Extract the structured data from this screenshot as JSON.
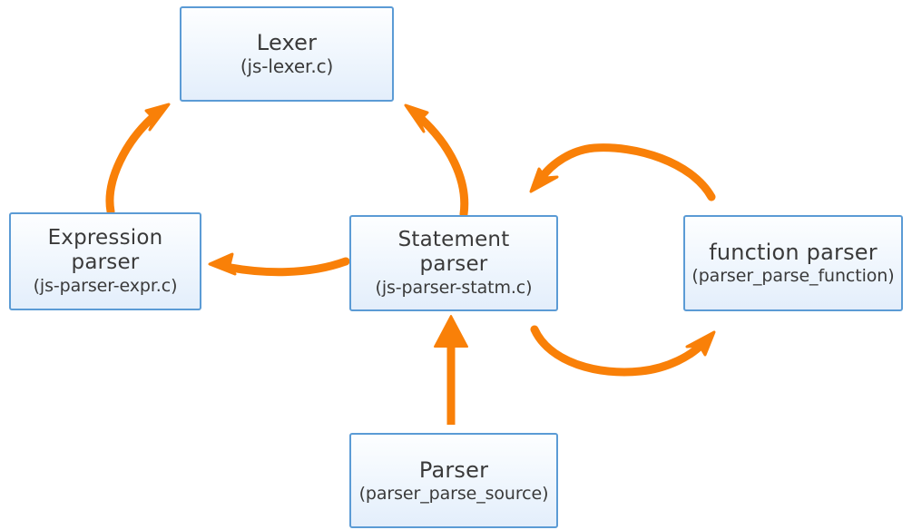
{
  "diagram": {
    "background_color": "#ffffff",
    "node_border_color": "#5b9bd5",
    "node_fill_top_color": "#fdfeff",
    "node_fill_bottom_color": "#e3eefb",
    "arrow_color": "#f98008",
    "text_color": "#3a3a3a",
    "nodes": [
      {
        "id": "lexer",
        "title": "Lexer",
        "subtitle": "(js-lexer.c)"
      },
      {
        "id": "expression-parser",
        "title": "Expression\nparser",
        "subtitle": "(js-parser-expr.c)"
      },
      {
        "id": "statement-parser",
        "title": "Statement\nparser",
        "subtitle": "(js-parser-statm.c)"
      },
      {
        "id": "function-parser",
        "title": "function parser",
        "subtitle": "(parser_parse_function)"
      },
      {
        "id": "parser",
        "title": "Parser",
        "subtitle": "(parser_parse_source)"
      }
    ],
    "edges": [
      {
        "id": "expression-to-lexer",
        "from": "expression-parser",
        "to": "lexer",
        "shape": "curve",
        "label": ""
      },
      {
        "id": "statement-to-lexer",
        "from": "statement-parser",
        "to": "lexer",
        "shape": "curve",
        "label": ""
      },
      {
        "id": "statement-to-expression",
        "from": "statement-parser",
        "to": "expression-parser",
        "shape": "curve",
        "label": ""
      },
      {
        "id": "function-to-statement",
        "from": "function-parser",
        "to": "statement-parser",
        "shape": "arc-over",
        "label": ""
      },
      {
        "id": "statement-to-function",
        "from": "statement-parser",
        "to": "function-parser",
        "shape": "arc-under",
        "label": ""
      },
      {
        "id": "parser-to-statement",
        "from": "parser",
        "to": "statement-parser",
        "shape": "straight",
        "label": ""
      }
    ]
  }
}
